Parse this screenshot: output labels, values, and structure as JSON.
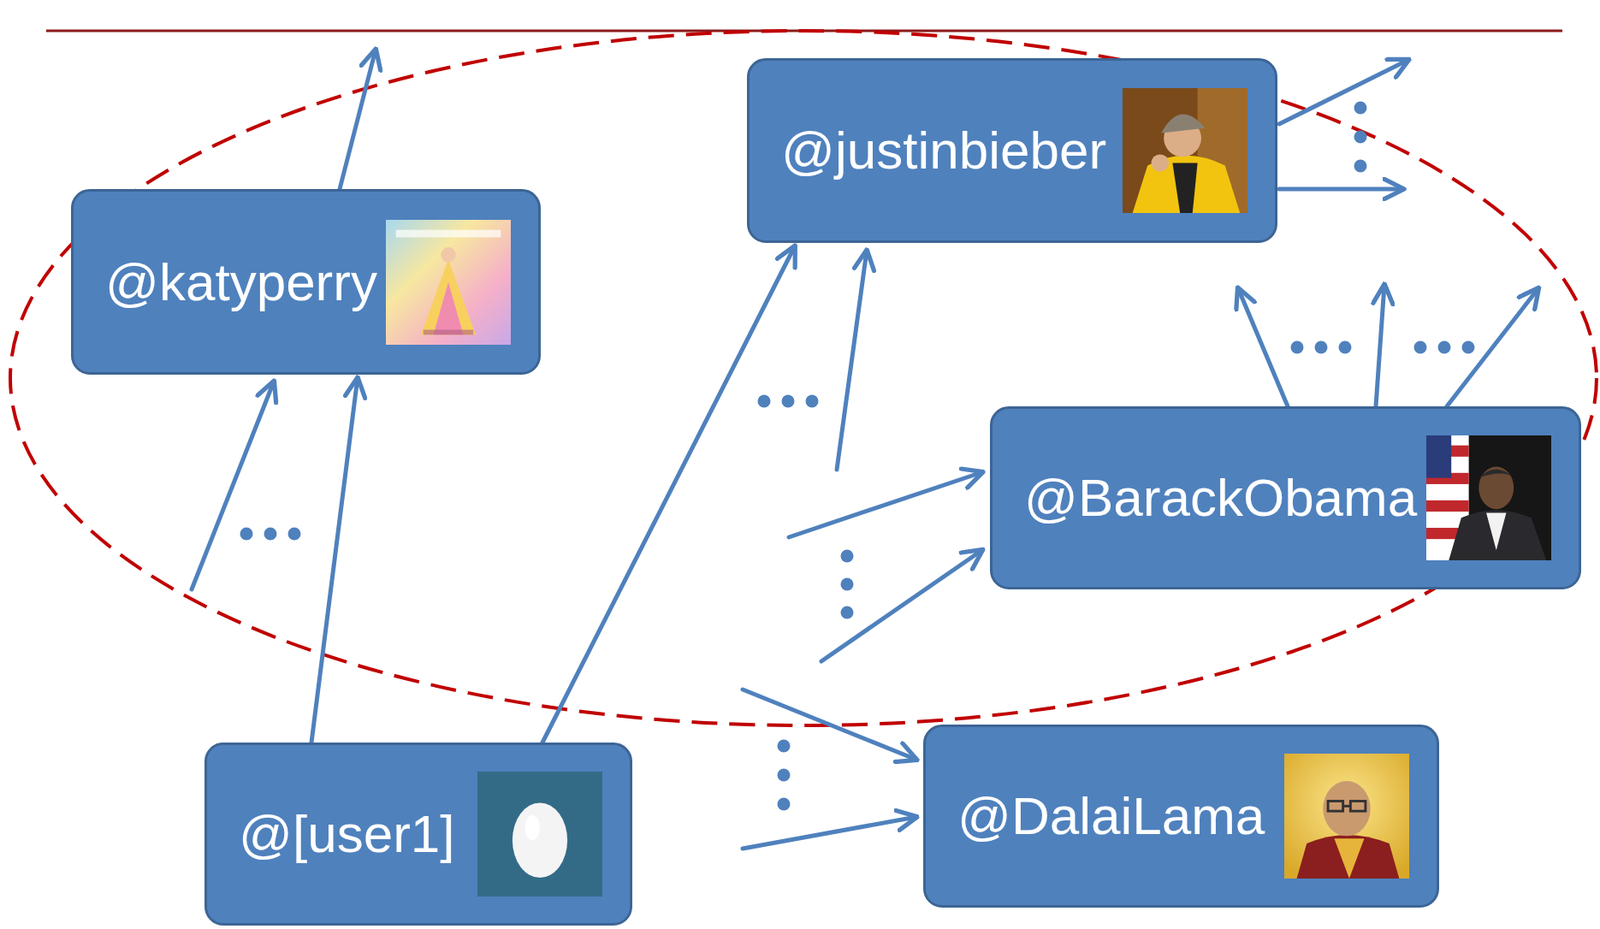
{
  "diagram": {
    "nodes": [
      {
        "text": [
          "@justinbieber"
        ]
      },
      {
        "text": [
          "@katyperry"
        ]
      },
      {
        "text": [
          "@BarackObama"
        ]
      },
      {
        "text": [
          "@DalaiLama"
        ]
      },
      {
        "text": [
          "@[user1]"
        ]
      }
    ],
    "edges": [
      {
        "from": 4,
        "to": 1,
        "arrow": "to"
      },
      {
        "from": 4,
        "to": 0,
        "arrow": "to"
      }
    ]
  }
}
